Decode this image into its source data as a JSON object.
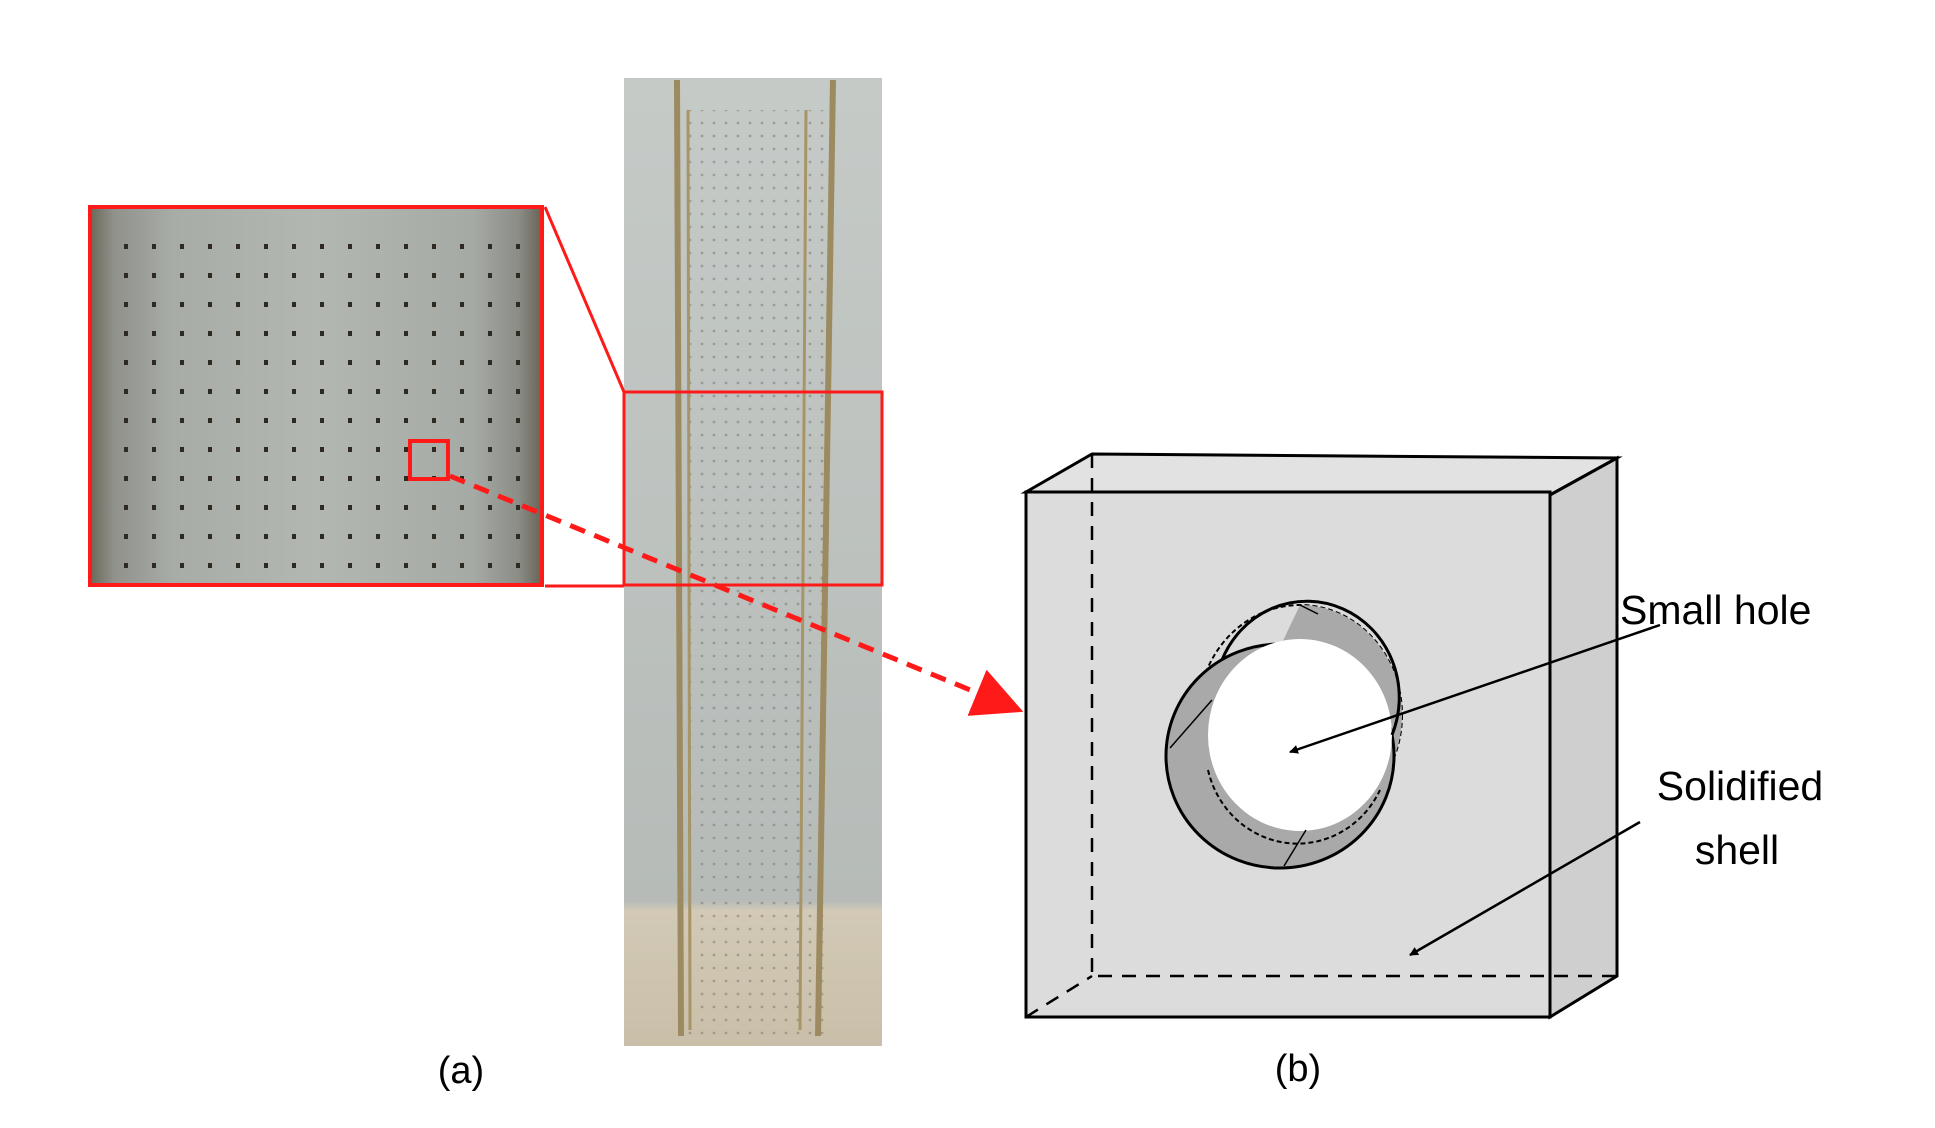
{
  "panel_a": {
    "caption": "(a)"
  },
  "panel_b": {
    "caption": "(b)",
    "label_hole": "Small hole",
    "label_shell_line1": "Solidified",
    "label_shell_line2": "shell"
  },
  "colors": {
    "highlight": "#ff1a1a",
    "box_face": "#dcdcdc",
    "box_side": "#cfcfcf",
    "tube_inner": "#a9a9a9",
    "photo_wall": "#b8bdb9",
    "photo_floor": "#cfc6b4",
    "rod": "#9c8a60",
    "perforation": "#2e2a22"
  },
  "icons": {
    "arrow": "arrowhead",
    "connector": "dashed-arrow"
  }
}
